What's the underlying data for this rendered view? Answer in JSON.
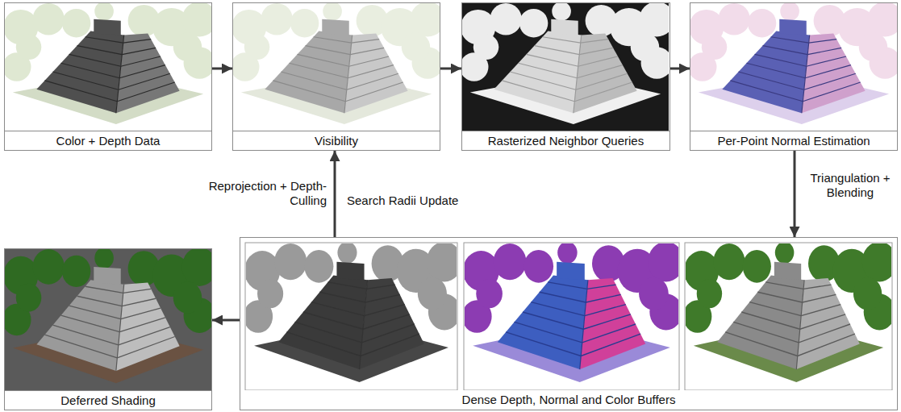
{
  "diagram": {
    "nodes": [
      {
        "text": [
          "Color + Depth Data"
        ]
      },
      {
        "text": [
          "Visibility"
        ]
      },
      {
        "text": [
          "Rasterized Neighbor Queries"
        ]
      },
      {
        "text": [
          "Per-Point Normal Estimation"
        ]
      },
      {
        "text": [
          "Deferred Shading"
        ]
      },
      {
        "text": [
          "Dense Depth, Normal and Color Buffers"
        ]
      }
    ],
    "edges": [
      {
        "from": 0,
        "to": 1,
        "arrow": "to"
      },
      {
        "from": 1,
        "to": 2,
        "arrow": "to"
      },
      {
        "from": 2,
        "to": 3,
        "arrow": "to"
      },
      {
        "from": 3,
        "to": 5,
        "label": "Triangulation + Blending",
        "arrow": "to"
      },
      {
        "from": 5,
        "to": 1,
        "label": "Search Radii Update",
        "arrow": "to"
      },
      {
        "from": 5,
        "to": 4,
        "arrow": "to"
      }
    ],
    "labels": [
      "Reprojection + Depth-Culling"
    ]
  }
}
